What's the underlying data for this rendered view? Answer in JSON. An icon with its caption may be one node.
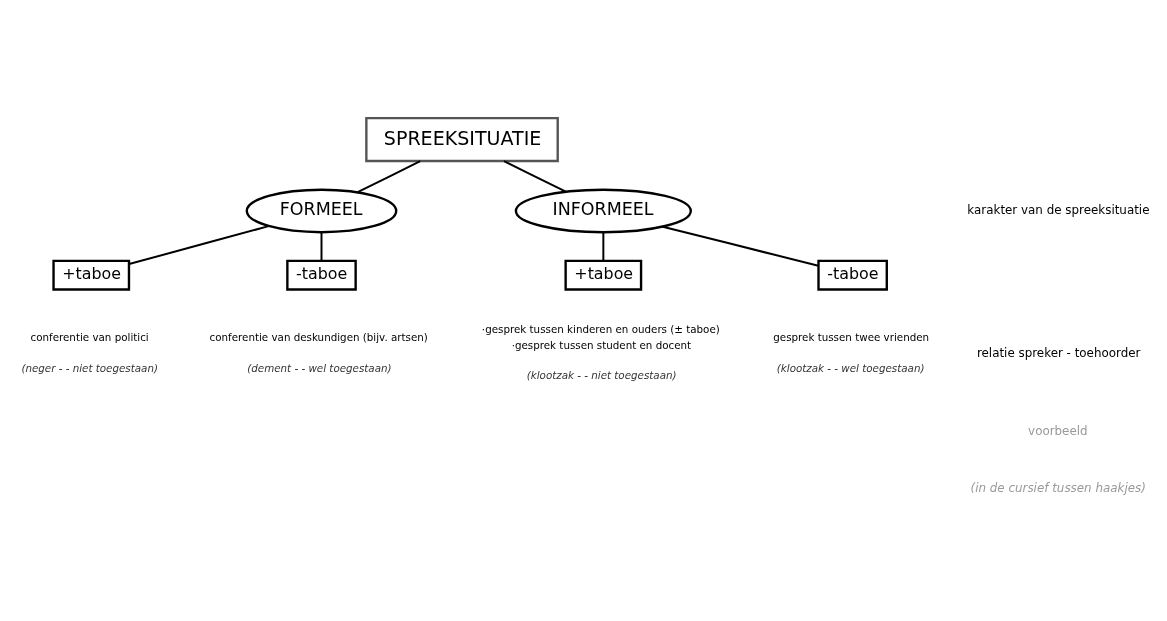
{
  "diagram": {
    "nodes": [
      {
        "text": [
          "SPREEKSITUATIE"
        ]
      },
      {
        "text": [
          "FORMEEL"
        ]
      },
      {
        "text": [
          "INFORMEEL"
        ]
      },
      {
        "text": [
          "+taboe"
        ],
        "beside": [
          "conferentie van politici",
          "(neger - - niet toegestaan)"
        ]
      },
      {
        "text": [
          "-taboe"
        ],
        "beside": [
          "conferentie van deskundigen (bijv. artsen)",
          "(dement - - wel toegestaan)"
        ]
      },
      {
        "text": [
          "+taboe"
        ],
        "beside": [
          "·gesprek tussen kinderen en ouders (± taboe)",
          "·gesprek tussen student en docent",
          "(klootzak - - niet toegestaan)"
        ]
      },
      {
        "text": [
          "-taboe"
        ],
        "beside": [
          "gesprek tussen twee vrienden",
          "(klootzak - - wel toegestaan)"
        ]
      }
    ],
    "edges": [
      {
        "from": 0,
        "to": 1,
        "arrow": "none"
      },
      {
        "from": 0,
        "to": 2,
        "arrow": "none"
      },
      {
        "from": 1,
        "to": 3,
        "arrow": "none"
      },
      {
        "from": 1,
        "to": 4,
        "arrow": "none"
      },
      {
        "from": 2,
        "to": 5,
        "arrow": "none"
      },
      {
        "from": 2,
        "to": 6,
        "arrow": "none"
      }
    ],
    "labels": [
      "karakter van de spreeksituatie",
      "relatie spreker - toehoorder",
      "voorbeeld",
      "(in de cursief tussen haakjes)"
    ]
  }
}
